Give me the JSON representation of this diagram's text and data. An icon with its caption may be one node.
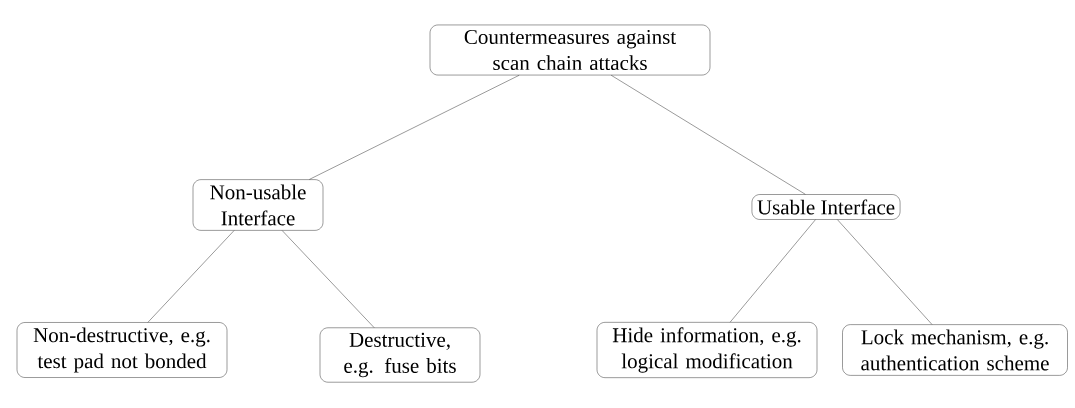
{
  "diagram": {
    "nodes": [
      {
        "text": [
          "Countermeasures against scan chain attacks"
        ]
      },
      {
        "text": [
          "Non-usable Interface"
        ]
      },
      {
        "text": [
          "Usable Interface"
        ]
      },
      {
        "text": [
          "Non-destructive, e.g. test pad not bonded"
        ]
      },
      {
        "text": [
          "Destructive, e.g. fuse bits"
        ]
      },
      {
        "text": [
          "Hide information, e.g. logical modification"
        ]
      },
      {
        "text": [
          "Lock mechanism, e.g. authentication scheme"
        ]
      }
    ],
    "edges": [
      {
        "from": 0,
        "to": 1,
        "arrow": "none"
      },
      {
        "from": 0,
        "to": 2,
        "arrow": "none"
      },
      {
        "from": 1,
        "to": 3,
        "arrow": "none"
      },
      {
        "from": 1,
        "to": 4,
        "arrow": "none"
      },
      {
        "from": 2,
        "to": 5,
        "arrow": "none"
      },
      {
        "from": 2,
        "to": 6,
        "arrow": "none"
      }
    ]
  }
}
